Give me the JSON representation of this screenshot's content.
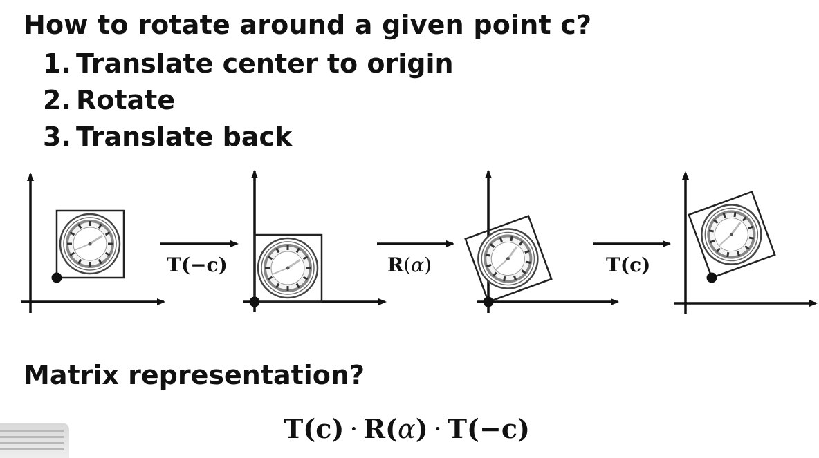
{
  "title": "How to rotate around a given point c?",
  "steps": [
    {
      "num": "1.",
      "text": "Translate center to origin"
    },
    {
      "num": "2.",
      "text": "Rotate"
    },
    {
      "num": "3.",
      "text": "Translate back"
    }
  ],
  "transforms": {
    "step1": {
      "bold": "T",
      "open": "(",
      "arg": "−c",
      "close": ")"
    },
    "step2": {
      "bold": "R",
      "open": "(",
      "arg": "α",
      "close": ")"
    },
    "step3": {
      "bold": "T",
      "open": "(",
      "arg": "c",
      "close": ")"
    }
  },
  "matrix_section": {
    "heading": "Matrix representation?",
    "formula": {
      "t1": "T(c)",
      "dot1": "·",
      "r": "R(",
      "alpha": "α",
      "r_close": ")",
      "dot2": "·",
      "t2": "T(−c)"
    }
  },
  "colors": {
    "text": "#111111",
    "background": "#ffffff"
  },
  "icons": [
    "clock-icon",
    "arrow-right-icon"
  ]
}
